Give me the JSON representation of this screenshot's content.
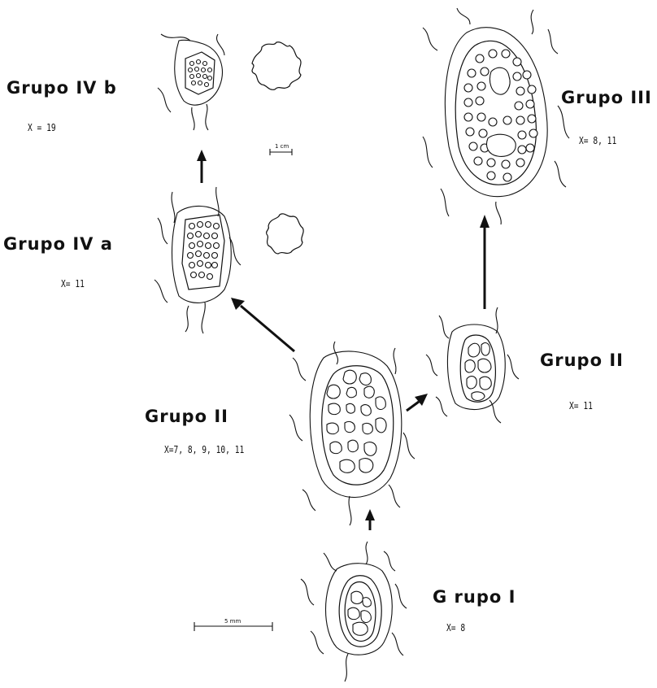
{
  "groups": [
    {
      "id": "iv_b",
      "label": "Grupo IV b",
      "x": "X = 19"
    },
    {
      "id": "iv_a",
      "label": "Grupo IV a",
      "x": "X= 11"
    },
    {
      "id": "iii",
      "label": "Grupo III",
      "x": "X= 8, 11"
    },
    {
      "id": "ii_right",
      "label": "Grupo II",
      "x": "X= 11"
    },
    {
      "id": "ii_center",
      "label": "Grupo II",
      "x": "X=7, 8, 9, 10, 11"
    },
    {
      "id": "i",
      "label": "G rupo I",
      "x": "X= 8"
    }
  ],
  "scales": {
    "cm": "1 cm",
    "mm": "5 mm"
  }
}
